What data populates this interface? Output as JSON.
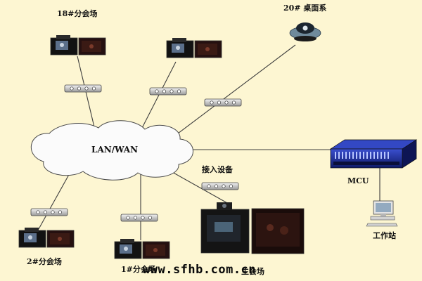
{
  "labels": {
    "site18": "18#分会场",
    "site20": "20# 桌面系",
    "cloud": "LAN/WAN",
    "access": "接入设备",
    "mcu": "MCU",
    "site2": "2#分会场",
    "site1": "1#分会场",
    "main": "主会场",
    "workstation": "工作站"
  },
  "watermark": "www.sfhb.com.cn",
  "colors": {
    "background": "#fdf6d2",
    "line": "#3d3d3d",
    "cloud_fill": "#fbfbfb",
    "mcu_blue": "#1a2a8c"
  },
  "icons": {
    "terminal": "video-conference-terminal-icon",
    "hub": "network-hub-icon",
    "desktop": "desktop-video-camera-icon",
    "mcu": "mcu-server-icon",
    "workstation": "computer-workstation-icon",
    "main": "main-venue-equipment-icon"
  }
}
